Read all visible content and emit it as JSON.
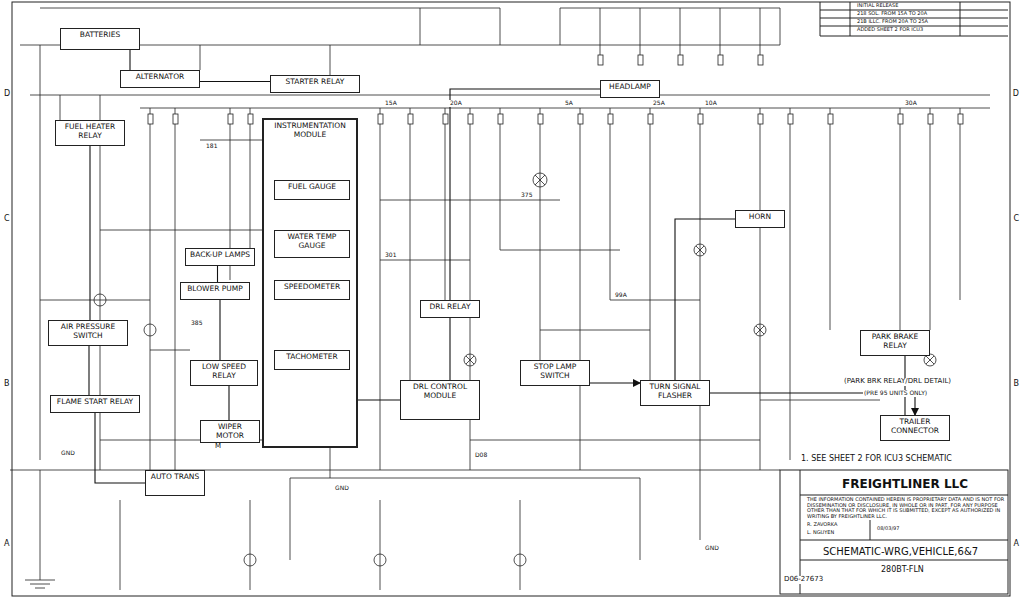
{
  "diagram": {
    "title": "FREIGHTLINER LLC",
    "nodes": [
      {
        "text": [
          "BATTERIES"
        ]
      },
      {
        "text": [
          "ALTERNATOR"
        ]
      },
      {
        "text": [
          "STARTER RELAY"
        ]
      },
      {
        "text": [
          "INSTRUMENTATION MODULE"
        ]
      },
      {
        "text": [
          "FUEL GAUGE"
        ],
        "in": 3
      },
      {
        "text": [
          "WATER TEMP GAUGE"
        ],
        "in": 3
      },
      {
        "text": [
          "SPEEDOMETER"
        ],
        "in": 3
      },
      {
        "text": [
          "TACHOMETER"
        ],
        "in": 3
      },
      {
        "text": [
          "BLOWER PUMP"
        ]
      },
      {
        "text": [
          "LOW SPEED RELAY"
        ]
      },
      {
        "text": [
          "FLAME START RELAY"
        ]
      },
      {
        "text": [
          "AIR PRESSURE SWITCH"
        ]
      },
      {
        "text": [
          "FUEL HEATER RELAY"
        ]
      },
      {
        "text": [
          "DRL CONTROL MODULE"
        ]
      },
      {
        "text": [
          "HEADLAMP"
        ]
      },
      {
        "text": [
          "TURN SIGNAL FLASHER"
        ]
      },
      {
        "text": [
          "TRAILER CONNECTOR"
        ]
      },
      {
        "text": [
          "HORN"
        ]
      },
      {
        "text": [
          "BACK-UP LAMPS"
        ]
      },
      {
        "text": [
          "AUTO TRANS"
        ]
      },
      {
        "text": [
          "PARK BRAKE RELAY"
        ]
      },
      {
        "text": [
          "WIPER MOTOR"
        ]
      },
      {
        "text": [
          "DRL RELAY"
        ]
      },
      {
        "text": [
          "STOP LAMP SWITCH"
        ]
      }
    ],
    "edges": [
      {
        "from": 0,
        "to": 1,
        "arrow": "none"
      },
      {
        "from": 1,
        "to": 2,
        "arrow": "none"
      },
      {
        "from": 12,
        "to": 11,
        "arrow": "none"
      },
      {
        "from": 11,
        "to": 10,
        "arrow": "none"
      },
      {
        "from": 18,
        "to": 8,
        "arrow": "none"
      },
      {
        "from": 8,
        "to": 9,
        "arrow": "none"
      },
      {
        "from": 9,
        "to": 21,
        "arrow": "none"
      },
      {
        "from": 13,
        "to": 22,
        "arrow": "none"
      },
      {
        "from": 14,
        "to": 22,
        "arrow": "none"
      },
      {
        "from": 23,
        "to": 15,
        "arrow": "to"
      },
      {
        "from": 15,
        "to": 16,
        "arrow": "to"
      },
      {
        "from": 20,
        "to": 16,
        "arrow": "none"
      },
      {
        "from": 17,
        "to": 15,
        "arrow": "none"
      },
      {
        "from": 3,
        "to": 13,
        "arrow": "none"
      },
      {
        "from": 6,
        "to": 7,
        "arrow": "none"
      },
      {
        "from": 19,
        "to": 10,
        "arrow": "none"
      }
    ],
    "labels": [
      "1. SEE SHEET 2 FOR ICU3 SCHEMATIC",
      "(PARK BRK RELAY/DRL DETAIL)",
      "(PRE 95 UNITS ONLY)",
      "SCHEMATIC-WRG,VEHICLE,6&7",
      "280BT-FLN",
      "D06-27673",
      "THE INFORMATION CONTAINED HEREIN IS PROPRIETARY DATA AND IS NOT FOR DISSEMINATION OR DISCLOSURE, IN WHOLE OR IN PART, FOR ANY PURPOSE OTHER THAN THAT FOR WHICH IT IS SUBMITTED, EXCEPT AS AUTHORIZED IN WRITING BY FREIGHTLINER LLC.",
      "R. ZAVORKA",
      "L. NGUYEN",
      "08/03/97",
      "INITIAL RELEASE",
      "218 SOL. FROM 15A TO 20A",
      "21B ILLC. FROM 20A TO 25A",
      "ADDED SHEET 2 FOR ICU3",
      "D",
      "C",
      "B",
      "A",
      "D",
      "C",
      "B",
      "A",
      "15A",
      "20A",
      "25A",
      "10A",
      "30A",
      "5A",
      "GND",
      "GND",
      "GND",
      "385",
      "181",
      "375",
      "301",
      "99A",
      "D08",
      "M"
    ]
  }
}
